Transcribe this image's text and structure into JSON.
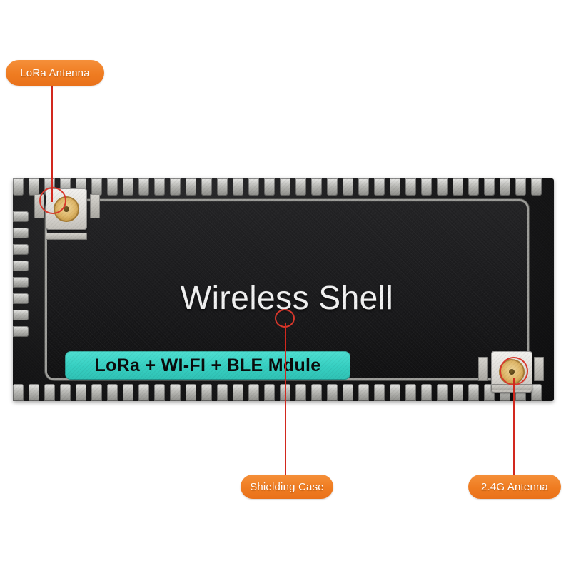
{
  "product": {
    "shield_title": "Wireless Shell",
    "banner_text": "LoRa + WI-FI + BLE Mdule"
  },
  "callouts": [
    {
      "id": "lora-antenna",
      "label": "LoRa Antenna",
      "marker": "circle-marker"
    },
    {
      "id": "shielding-case",
      "label": "Shielding Case",
      "marker": "circle-marker"
    },
    {
      "id": "24g-antenna",
      "label": "2.4G Antenna",
      "marker": "circle-marker"
    }
  ],
  "colors": {
    "callout_orange": "#ef7c21",
    "leader_red": "#d2281e",
    "marker_red": "#d9382c",
    "banner_teal": "#35cfc1",
    "shield_black": "#19191b",
    "pad_silver": "#b9b9b5",
    "background": "#ffffff"
  },
  "icons": {
    "lora_connector": "ufl-connector-icon",
    "antenna_connector_24g": "ufl-connector-icon"
  }
}
